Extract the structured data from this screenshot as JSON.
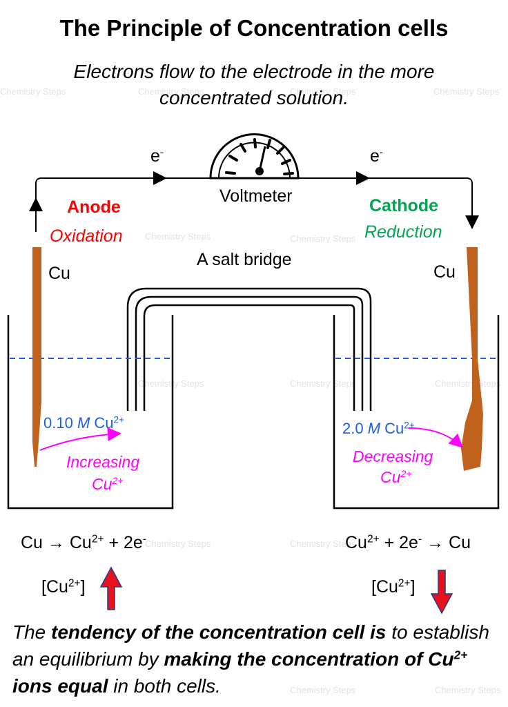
{
  "title": "The Principle of Concentration cells",
  "subtitle_line1": "Electrons flow to the electrode in the more",
  "subtitle_line2": "concentrated solution.",
  "watermark": "Chemistry Steps",
  "electron_left": "e",
  "electron_right": "e",
  "electron_sup": "-",
  "voltmeter_label": "Voltmeter",
  "anode_label": "Anode",
  "oxidation_label": "Oxidation",
  "cathode_label": "Cathode",
  "reduction_label": "Reduction",
  "salt_bridge_label": "A salt bridge",
  "left_electrode_label": "Cu",
  "right_electrode_label": "Cu",
  "left_conc": {
    "value": "0.10",
    "unit": "M",
    "ion": "Cu",
    "charge": "2+"
  },
  "right_conc": {
    "value": "2.0",
    "unit": "M",
    "ion": "Cu",
    "charge": "2+"
  },
  "left_trend": {
    "word": "Increasing",
    "ion": "Cu",
    "charge": "2+"
  },
  "right_trend": {
    "word": "Decreasing",
    "ion": "Cu",
    "charge": "2+"
  },
  "left_reaction": {
    "reactant": "Cu",
    "arrow": "→",
    "product": "Cu",
    "charge": "2+",
    "plus": "+ 2e",
    "e_charge": "-"
  },
  "right_reaction": {
    "reactant": "Cu",
    "charge": "2+",
    "plus": "+ 2e",
    "e_charge": "-",
    "arrow": "→",
    "product": "Cu"
  },
  "left_bracket": {
    "open": "[Cu",
    "charge": "2+",
    "close": "]"
  },
  "right_bracket": {
    "open": "[Cu",
    "charge": "2+",
    "close": "]"
  },
  "bottom": {
    "p1": "The ",
    "b1": "tendency of the concentration cell is",
    "p2": " to establish an equilibrium by ",
    "b2": "making the concentration of Cu",
    "b2_sup": "2+",
    "b3": " ions equal",
    "p3": " in both cells."
  },
  "colors": {
    "copper": "#c0611e",
    "anode": "#ff0000",
    "cathode": "#00a651",
    "concentration_text": "#1f5fdc",
    "trend": "#ff00ff",
    "solution_level": "#1f5fdc",
    "up_arrow": "#e8121d",
    "down_arrow": "#e8121d"
  }
}
